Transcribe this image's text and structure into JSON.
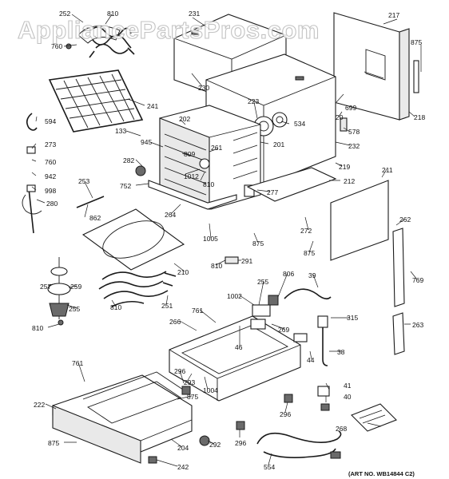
{
  "watermark": "AppliancePartsPros.com",
  "art_number": "(ART NO. WB14844 C2)",
  "callouts": [
    {
      "label": "252"
    },
    {
      "label": "810"
    },
    {
      "label": "760"
    },
    {
      "label": "231"
    },
    {
      "label": "217"
    },
    {
      "label": "875"
    },
    {
      "label": "230"
    },
    {
      "label": "699"
    },
    {
      "label": "20"
    },
    {
      "label": "218"
    },
    {
      "label": "241"
    },
    {
      "label": "223"
    },
    {
      "label": "534"
    },
    {
      "label": "578"
    },
    {
      "label": "594"
    },
    {
      "label": "202"
    },
    {
      "label": "133"
    },
    {
      "label": "945"
    },
    {
      "label": "261"
    },
    {
      "label": "201"
    },
    {
      "label": "232"
    },
    {
      "label": "273"
    },
    {
      "label": "809"
    },
    {
      "label": "760"
    },
    {
      "label": "282"
    },
    {
      "label": "219"
    },
    {
      "label": "942"
    },
    {
      "label": "1012"
    },
    {
      "label": "810"
    },
    {
      "label": "211"
    },
    {
      "label": "998"
    },
    {
      "label": "253"
    },
    {
      "label": "752"
    },
    {
      "label": "212"
    },
    {
      "label": "277"
    },
    {
      "label": "280"
    },
    {
      "label": "264"
    },
    {
      "label": "862"
    },
    {
      "label": "262"
    },
    {
      "label": "272"
    },
    {
      "label": "1005"
    },
    {
      "label": "875"
    },
    {
      "label": "875"
    },
    {
      "label": "810"
    },
    {
      "label": "291"
    },
    {
      "label": "210"
    },
    {
      "label": "769"
    },
    {
      "label": "257"
    },
    {
      "label": "259"
    },
    {
      "label": "806"
    },
    {
      "label": "39"
    },
    {
      "label": "255"
    },
    {
      "label": "1002"
    },
    {
      "label": "810"
    },
    {
      "label": "251"
    },
    {
      "label": "255"
    },
    {
      "label": "761"
    },
    {
      "label": "315"
    },
    {
      "label": "263"
    },
    {
      "label": "269"
    },
    {
      "label": "266"
    },
    {
      "label": "810"
    },
    {
      "label": "46"
    },
    {
      "label": "44"
    },
    {
      "label": "38"
    },
    {
      "label": "761"
    },
    {
      "label": "296"
    },
    {
      "label": "293"
    },
    {
      "label": "1004"
    },
    {
      "label": "41"
    },
    {
      "label": "875"
    },
    {
      "label": "40"
    },
    {
      "label": "222"
    },
    {
      "label": "296"
    },
    {
      "label": "204"
    },
    {
      "label": "268"
    },
    {
      "label": "292"
    },
    {
      "label": "296"
    },
    {
      "label": "875"
    },
    {
      "label": "242"
    },
    {
      "label": "554"
    }
  ]
}
